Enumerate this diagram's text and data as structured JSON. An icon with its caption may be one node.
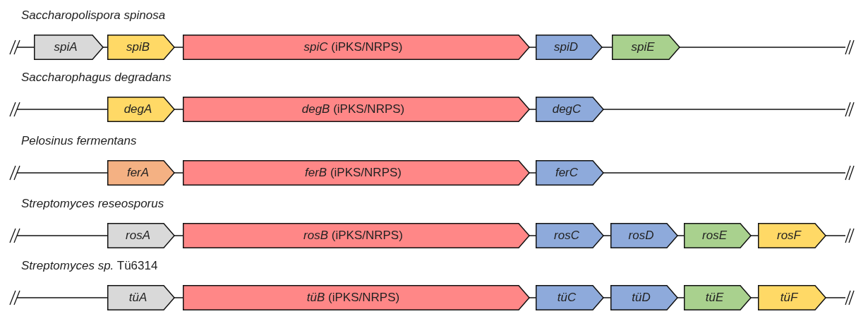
{
  "diagram": {
    "nodes": [
      {
        "text": [
          "spiA"
        ]
      },
      {
        "text": [
          "spiB"
        ]
      },
      {
        "text": [
          "*spiC* (iPKS/NRPS)"
        ]
      },
      {
        "text": [
          "spiD"
        ]
      },
      {
        "text": [
          "spiE"
        ]
      },
      {
        "text": [
          "degA"
        ]
      },
      {
        "text": [
          "*degB* (iPKS/NRPS)"
        ]
      },
      {
        "text": [
          "degC"
        ]
      },
      {
        "text": [
          "ferA"
        ]
      },
      {
        "text": [
          "*ferB* (iPKS/NRPS)"
        ]
      },
      {
        "text": [
          "ferC"
        ]
      },
      {
        "text": [
          "rosA"
        ]
      },
      {
        "text": [
          "*rosB* (iPKS/NRPS)"
        ]
      },
      {
        "text": [
          "rosC"
        ]
      },
      {
        "text": [
          "rosD"
        ]
      },
      {
        "text": [
          "rosE"
        ]
      },
      {
        "text": [
          "rosF"
        ]
      },
      {
        "text": [
          "tüA"
        ]
      },
      {
        "text": [
          "*tüB* (iPKS/NRPS)"
        ]
      },
      {
        "text": [
          "tüC"
        ]
      },
      {
        "text": [
          "tüD"
        ]
      },
      {
        "text": [
          "tüE"
        ]
      },
      {
        "text": [
          "tüF"
        ]
      }
    ],
    "labels": [
      "Saccharopolispora spinosa",
      "Saccharophagus degradans",
      "Pelosinus fermentans",
      "Streptomyces reseosporus",
      "*Streptomyces sp.* Tü6314"
    ]
  }
}
